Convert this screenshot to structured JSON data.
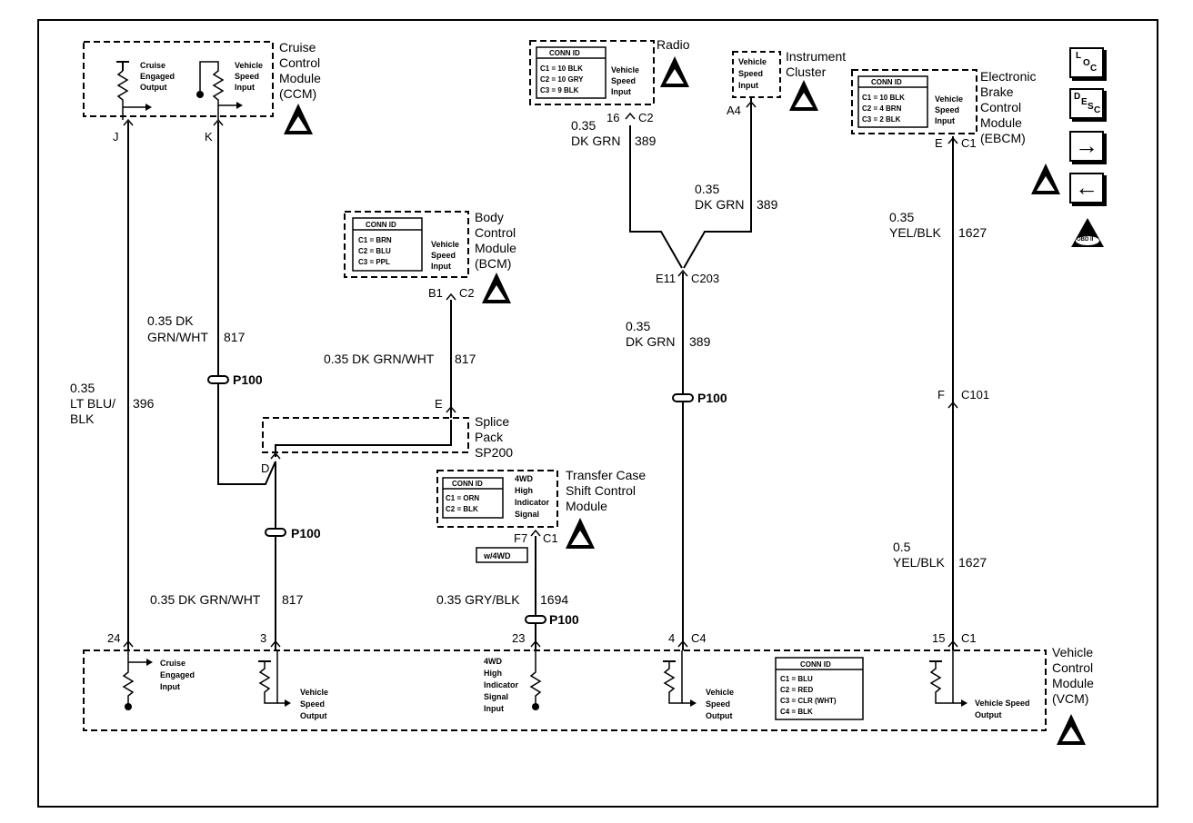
{
  "modules": {
    "ccm": {
      "name": [
        "Cruise",
        "Control",
        "Module",
        "(CCM)"
      ],
      "in1": [
        "Cruise",
        "Engaged",
        "Output"
      ],
      "in2": [
        "Vehicle",
        "Speed",
        "Input"
      ]
    },
    "radio": {
      "name": [
        "Radio"
      ],
      "input": [
        "Vehicle",
        "Speed",
        "Input"
      ],
      "conn": {
        "title": "CONN ID",
        "rows": [
          "C1 = 10 BLK",
          "C2 = 10 GRY",
          "C3 = 9 BLK"
        ]
      }
    },
    "ic": {
      "name": [
        "Instrument",
        "Cluster"
      ],
      "input": [
        "Vehicle",
        "Speed",
        "Input"
      ]
    },
    "ebcm": {
      "name": [
        "Electronic",
        "Brake",
        "Control",
        "Module",
        "(EBCM)"
      ],
      "input": [
        "Vehicle",
        "Speed",
        "Input"
      ],
      "conn": {
        "title": "CONN ID",
        "rows": [
          "C1 = 10 BLK",
          "C2 = 4 BRN",
          "C3 = 2 BLK"
        ]
      }
    },
    "bcm": {
      "name": [
        "Body",
        "Control",
        "Module",
        "(BCM)"
      ],
      "input": [
        "Vehicle",
        "Speed",
        "Input"
      ],
      "conn": {
        "title": "CONN ID",
        "rows": [
          "C1 = BRN",
          "C2 = BLU",
          "C3 = PPL"
        ]
      }
    },
    "splice": {
      "name": [
        "Splice",
        "Pack",
        "SP200"
      ]
    },
    "tccm": {
      "name": [
        "Transfer Case",
        "Shift Control",
        "Module"
      ],
      "input": [
        "4WD",
        "High",
        "Indicator",
        "Signal"
      ],
      "conn": {
        "title": "CONN ID",
        "rows": [
          "C1 = ORN",
          "C2 = BLK"
        ]
      }
    },
    "vcm": {
      "name": [
        "Vehicle",
        "Control",
        "Module",
        "(VCM)"
      ],
      "cruise": [
        "Cruise",
        "Engaged",
        "Input"
      ],
      "vso1": [
        "Vehicle",
        "Speed",
        "Output"
      ],
      "hi4wd": [
        "4WD",
        "High",
        "Indicator",
        "Signal",
        "Input"
      ],
      "vso2": [
        "Vehicle",
        "Speed",
        "Output"
      ],
      "vso3": [
        "Vehicle Speed",
        "Output"
      ],
      "conn": {
        "title": "CONN ID",
        "rows": [
          "C1 = BLU",
          "C2 = RED",
          "C3 = CLR (WHT)",
          "C4 = BLK"
        ]
      }
    }
  },
  "pins": {
    "ccm_j": "J",
    "ccm_k": "K",
    "radio_pin": "16",
    "radio_conn": "C2",
    "ic_pin": "A4",
    "ebcm_pin": "E",
    "ebcm_conn": "C1",
    "bcm_pin": "B1",
    "bcm_conn": "C2",
    "sp_e": "E",
    "sp_d": "D",
    "tccm_pin": "F7",
    "tccm_conn": "C1",
    "c203_pin": "E11",
    "c203": "C203",
    "c101_pin": "F",
    "c101": "C101",
    "vcm_24": "24",
    "vcm_3": "3",
    "vcm_23": "23",
    "vcm_4": "4",
    "vcm_c4": "C4",
    "vcm_15": "15",
    "vcm_c1": "C1"
  },
  "wires": {
    "w396": {
      "gauge": "0.35",
      "color": [
        "LT BLU/",
        "BLK"
      ],
      "circuit": "396"
    },
    "w817a": {
      "color": [
        "0.35 DK",
        "GRN/WHT"
      ],
      "circuit": "817"
    },
    "w817b": {
      "color": "0.35 DK GRN/WHT",
      "circuit": "817"
    },
    "w817c": {
      "color": "0.35 DK GRN/WHT",
      "circuit": "817"
    },
    "w389a": {
      "gauge": "0.35",
      "color": "DK GRN",
      "circuit": "389"
    },
    "w389b": {
      "gauge": "0.35",
      "color": "DK GRN",
      "circuit": "389"
    },
    "w389c": {
      "gauge": "0.35",
      "color": "DK GRN",
      "circuit": "389"
    },
    "w1627a": {
      "gauge": "0.35",
      "color": "YEL/BLK",
      "circuit": "1627"
    },
    "w1627b": {
      "gauge": "0.5",
      "color": "YEL/BLK",
      "circuit": "1627"
    },
    "w1694": {
      "color": "0.35 GRY/BLK",
      "circuit": "1694"
    }
  },
  "grounds": {
    "p100": "P100"
  },
  "option": "w/4WD",
  "nav": {
    "loc": [
      "L",
      "O",
      "C"
    ],
    "desc": [
      "D",
      "E",
      "S",
      "C"
    ],
    "next": "→",
    "prev": "←",
    "obd": "OBD II"
  }
}
